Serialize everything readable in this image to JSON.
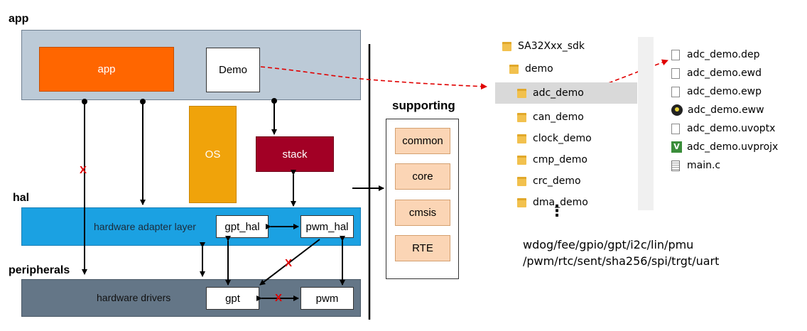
{
  "layers": {
    "app": "app",
    "hal": "hal",
    "peripherals": "peripherals"
  },
  "app_layer": {
    "app_box": "app",
    "demo_box": "Demo"
  },
  "middle": {
    "os_box": "OS",
    "stack_box": "stack"
  },
  "hal_layer": {
    "label": "hardware adapter layer",
    "gpt_hal": "gpt_hal",
    "pwm_hal": "pwm_hal"
  },
  "peripherals_layer": {
    "label": "hardware drivers",
    "gpt": "gpt",
    "pwm": "pwm"
  },
  "supporting": {
    "title": "supporting",
    "items": [
      "common",
      "core",
      "cmsis",
      "RTE"
    ]
  },
  "marks": {
    "x1": "X",
    "x2": "X",
    "x3": "X"
  },
  "colors": {
    "app_band": "#bccad7",
    "app_box": "#ff6600",
    "os": "#f0a30a",
    "stack": "#a20025",
    "hal_band": "#1ba1e2",
    "periph_band": "#647687",
    "support_item": "#fbd5b5",
    "red_dash": "#e00000"
  },
  "tree": {
    "root": "SA32Xxx_sdk",
    "demo": "demo",
    "folders": [
      "adc_demo",
      "can_demo",
      "clock_demo",
      "cmp_demo",
      "crc_demo",
      "dma_demo"
    ],
    "ellipsis": "⋮",
    "more_line1": "wdog/fee/gpio/gpt/i2c/lin/pmu",
    "more_line2": "/pwm/rtc/sent/sha256/spi/trgt/uart"
  },
  "files": [
    "adc_demo.dep",
    "adc_demo.ewd",
    "adc_demo.ewp",
    "adc_demo.eww",
    "adc_demo.uvoptx",
    "adc_demo.uvprojx",
    "main.c"
  ]
}
